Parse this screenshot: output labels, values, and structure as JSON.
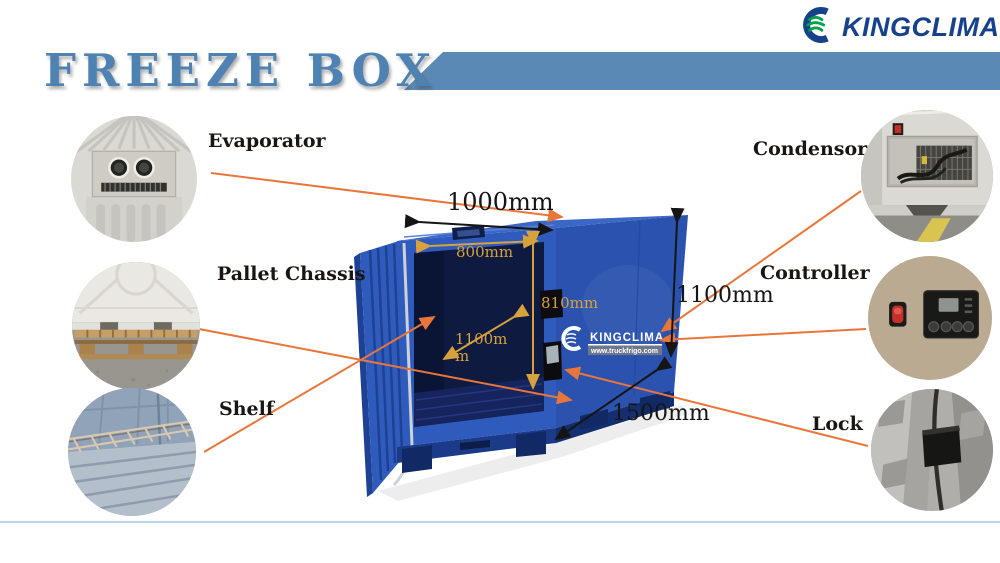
{
  "page": {
    "title": "FREEZE BOX"
  },
  "logo": {
    "text": "KINGCLIMA"
  },
  "watermark": {
    "brand": "KINGCLIMA",
    "website": "www.truckfrigo.com"
  },
  "parts": {
    "left": [
      {
        "label": "Evaporator"
      },
      {
        "label": "Pallet Chassis"
      },
      {
        "label": "Shelf"
      }
    ],
    "right": [
      {
        "label": "Condensor"
      },
      {
        "label": "Controller"
      },
      {
        "label": "Lock"
      }
    ]
  },
  "dimensions": {
    "top_width": "1000mm",
    "door_width": "800mm",
    "door_height": "810mm",
    "interior_depth_line1": "1100m",
    "interior_depth_line2": "m",
    "exterior_height": "1100mm",
    "exterior_depth": "1500mm"
  },
  "colors": {
    "title_blue": "#4d82b2",
    "banner_blue": "#5b89b6",
    "brand_navy": "#16418c",
    "brand_green": "#00a14b",
    "callout_orange": "#e8763a",
    "dimension_gold": "#d7a23b",
    "dimension_black": "#151515",
    "box_blue": "#2f5cbc",
    "box_interior_navy": "#0e1a40",
    "bottom_rule_blue": "#b9d4ea"
  }
}
